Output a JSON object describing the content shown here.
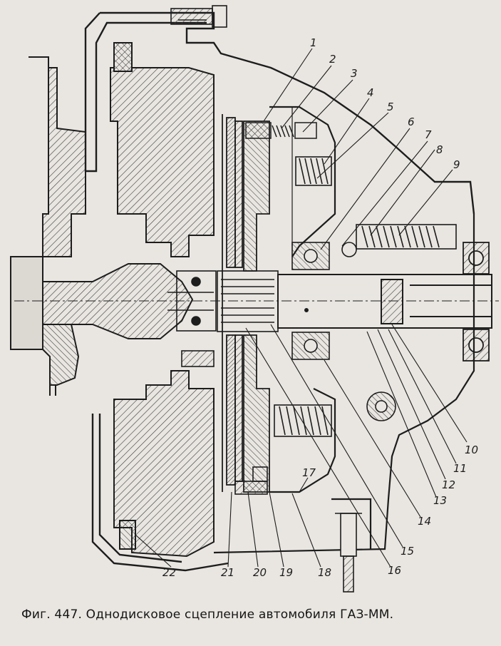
{
  "figure": {
    "caption": "Фиг. 447. Однодисковое сцепление автомобиля ГАЗ-ММ.",
    "callouts": [
      "1",
      "2",
      "3",
      "4",
      "5",
      "6",
      "7",
      "8",
      "9",
      "10",
      "11",
      "12",
      "13",
      "14",
      "15",
      "16",
      "17",
      "18",
      "19",
      "20",
      "21",
      "22"
    ]
  },
  "colors": {
    "paper": "#e9e6e1",
    "ink": "#1d1d1d",
    "hatch": "#3a3a3a"
  }
}
